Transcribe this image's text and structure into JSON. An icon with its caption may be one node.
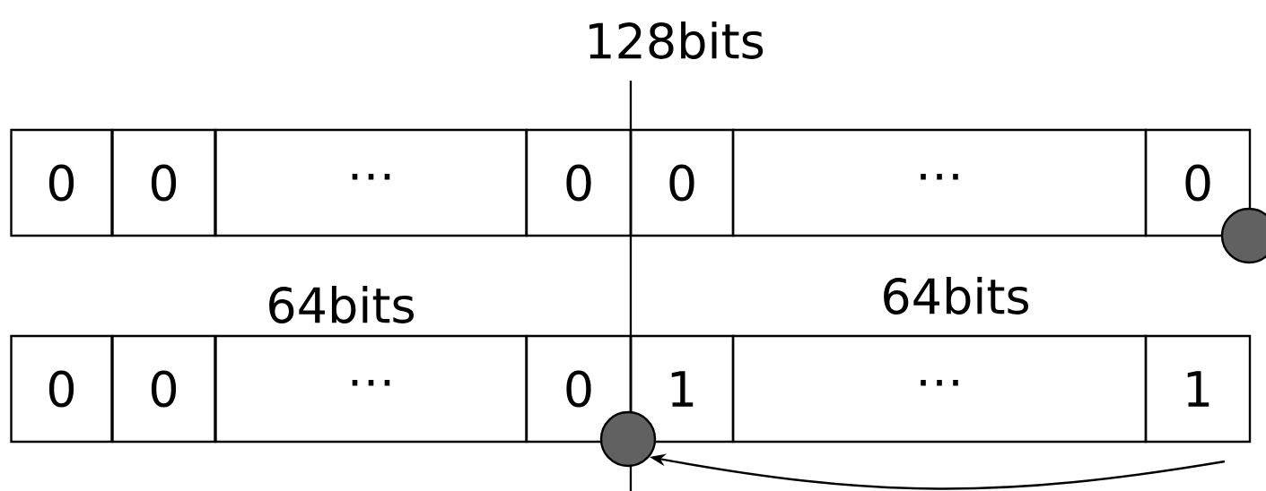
{
  "diagram": {
    "nodes": [
      {
        "text": [
          "0"
        ]
      },
      {
        "text": [
          "0"
        ]
      },
      {
        "text": [
          "⋯"
        ]
      },
      {
        "text": [
          "0"
        ]
      },
      {
        "text": [
          "0"
        ]
      },
      {
        "text": [
          "⋯"
        ]
      },
      {
        "text": [
          "0"
        ]
      },
      {
        "text": [],
        "shape": "circle"
      },
      {
        "text": [
          "0"
        ]
      },
      {
        "text": [
          "0"
        ]
      },
      {
        "text": [
          "⋯"
        ]
      },
      {
        "text": [
          "0"
        ]
      },
      {
        "text": [
          "1"
        ]
      },
      {
        "text": [
          "⋯"
        ]
      },
      {
        "text": [
          "1"
        ]
      },
      {
        "text": [],
        "shape": "circle"
      }
    ],
    "edges": [
      {
        "from": null,
        "to": 15,
        "arrow": "to"
      }
    ],
    "labels": [
      "128bits",
      "64bits",
      "64bits"
    ]
  }
}
